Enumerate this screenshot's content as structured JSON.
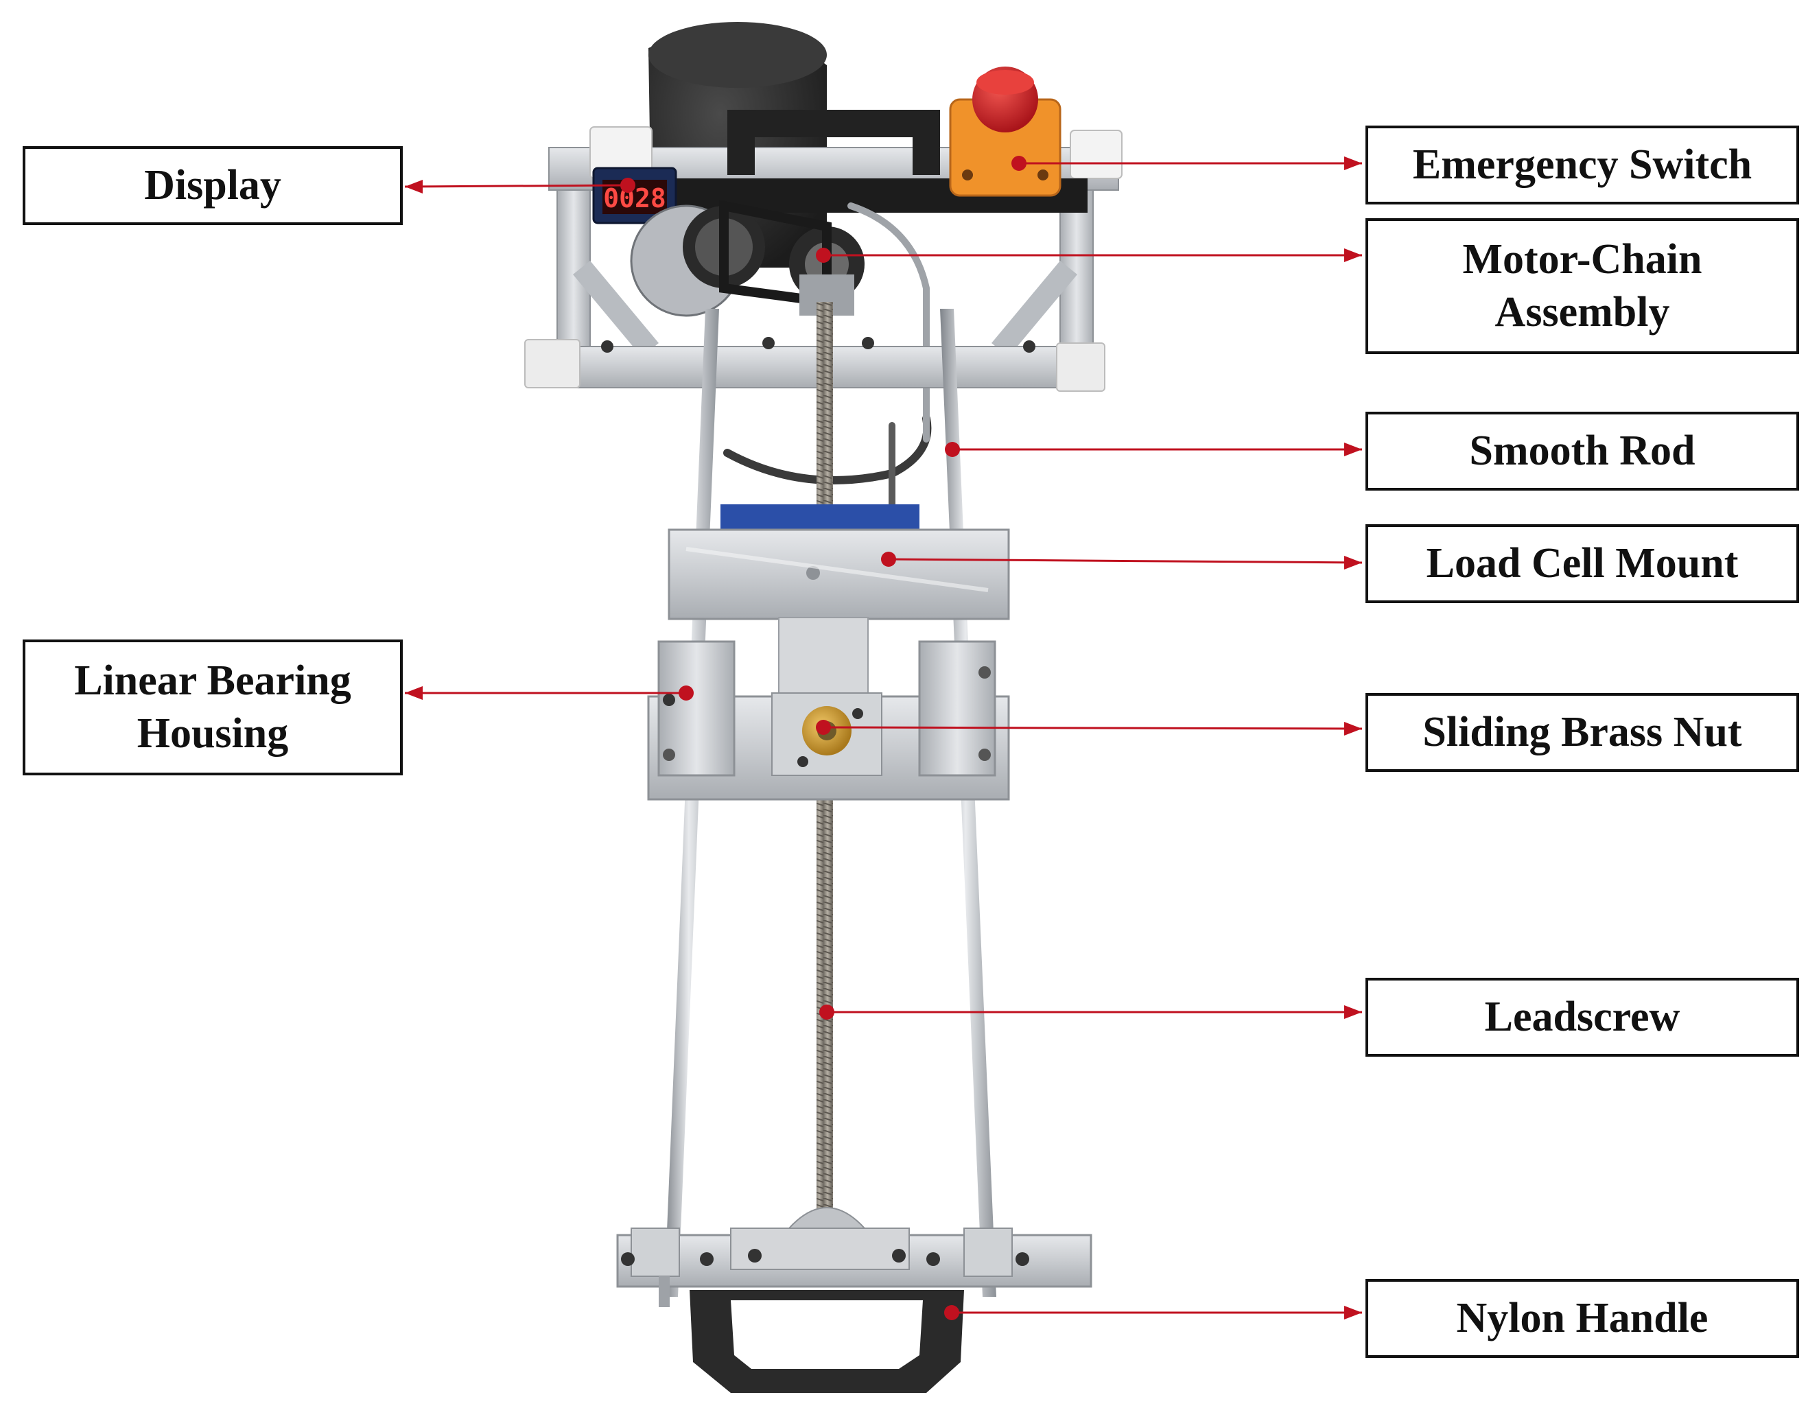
{
  "labels": {
    "display": "Display",
    "linear_bearing_line1": "Linear Bearing",
    "linear_bearing_line2": "Housing",
    "emergency_switch": "Emergency Switch",
    "motor_chain_line1": "Motor-Chain",
    "motor_chain_line2": "Assembly",
    "smooth_rod": "Smooth Rod",
    "load_cell_mount": "Load Cell Mount",
    "sliding_brass_nut": "Sliding Brass Nut",
    "leadscrew": "Leadscrew",
    "nylon_handle": "Nylon Handle"
  },
  "display_reading": "0028",
  "colors": {
    "pointer": "#c0111f",
    "frame_aluminum": "#c9ccd0",
    "rod_steel": "#a9adb3",
    "brass": "#c99a2e",
    "estop_housing": "#f0922a",
    "estop_button": "#d4262a",
    "motor": "#2b2b2b",
    "handle": "#2a2a2a",
    "box_border": "#111111"
  }
}
